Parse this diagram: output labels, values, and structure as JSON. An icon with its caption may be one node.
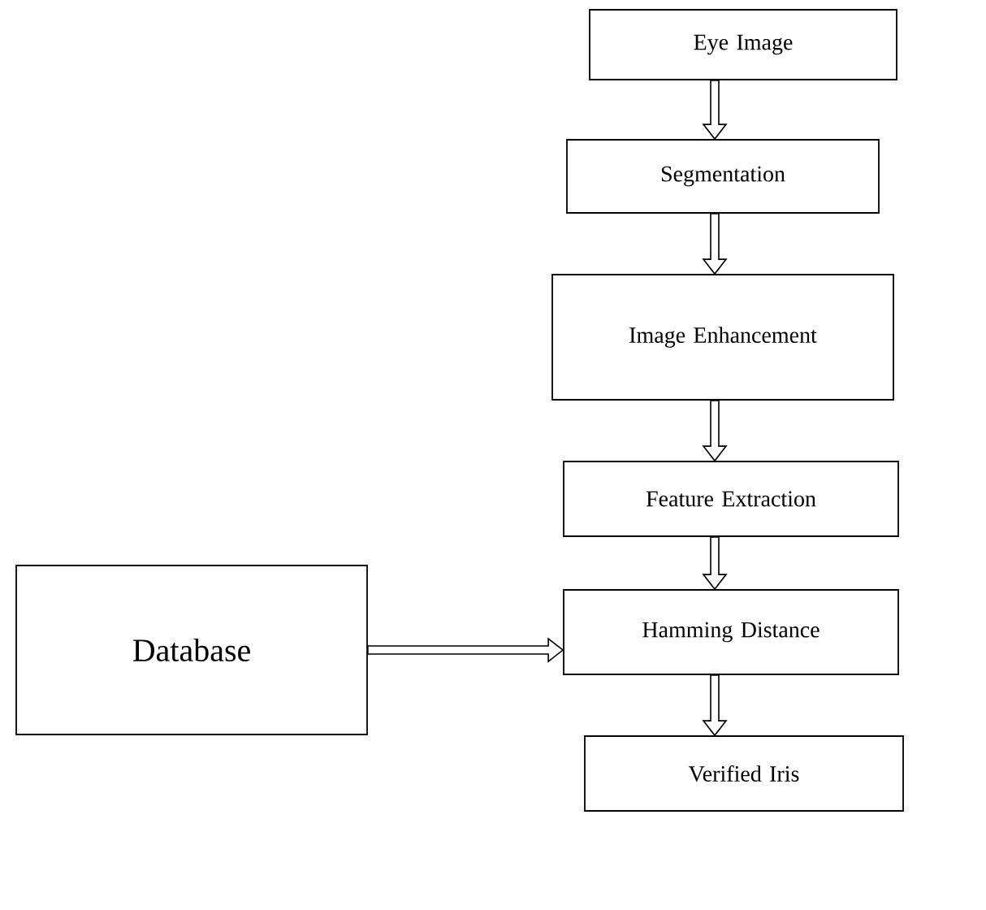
{
  "diagram": {
    "nodes": [
      {
        "text": [
          "Eye Image"
        ]
      },
      {
        "text": [
          "Segmentation"
        ]
      },
      {
        "text": [
          "Image Enhancement"
        ]
      },
      {
        "text": [
          "Feature Extraction"
        ]
      },
      {
        "text": [
          "Hamming Distance"
        ]
      },
      {
        "text": [
          "Verified Iris"
        ]
      },
      {
        "text": [
          "Database"
        ]
      }
    ],
    "edges": [
      {
        "from": 0,
        "to": 1,
        "arrow": "to"
      },
      {
        "from": 1,
        "to": 2,
        "arrow": "to"
      },
      {
        "from": 2,
        "to": 3,
        "arrow": "to"
      },
      {
        "from": 3,
        "to": 4,
        "arrow": "to"
      },
      {
        "from": 4,
        "to": 5,
        "arrow": "to"
      },
      {
        "from": 6,
        "to": 4,
        "arrow": "to"
      }
    ]
  }
}
